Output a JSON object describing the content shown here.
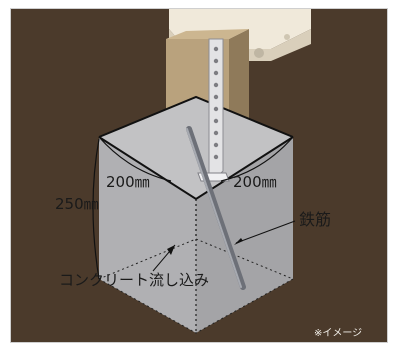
{
  "colors": {
    "soil": "#4b3a2b",
    "concrete": "#b7b7b9",
    "post": "#e9e1cf",
    "post_shadow": "#c9bfaa",
    "wood_base": "#b79f7a",
    "rebar": "#7c7f86"
  },
  "labels": {
    "width_left": "200㎜",
    "width_right": "200㎜",
    "height": "250㎜",
    "rebar": "鉄筋",
    "pour": "コンクリート流し込み",
    "image_note": "※イメージ"
  }
}
